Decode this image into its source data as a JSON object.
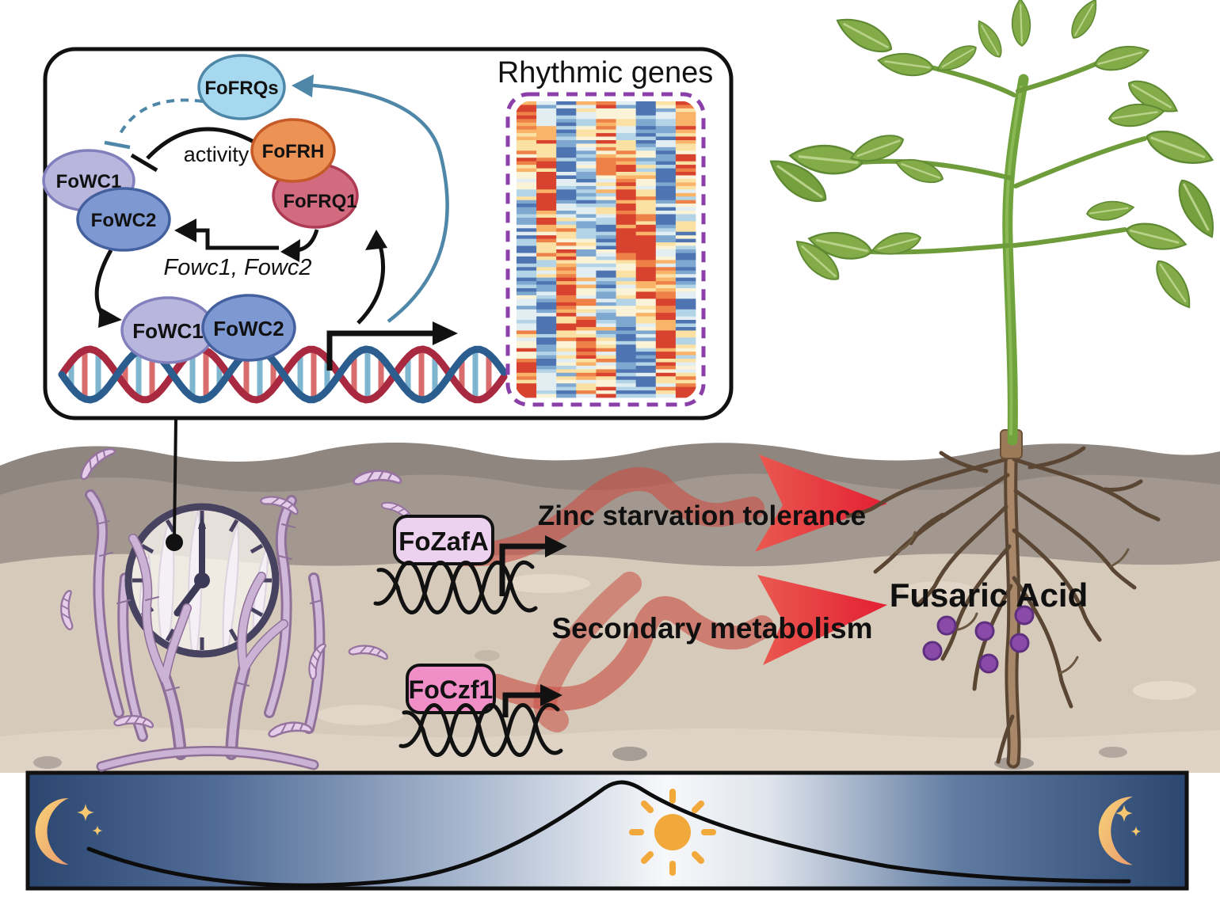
{
  "top_box": {
    "labels": {
      "fofrqs": "FoFRQs",
      "fofrh": "FoFRH",
      "fofrq1": "FoFRQ1",
      "fowc1": "FoWC1",
      "fowc2": "FoWC2",
      "activity": "activity",
      "gene_line": "Fowc1, Fowc2"
    }
  },
  "heatmap": {
    "title": "Rhythmic genes",
    "columns": 9,
    "rows": 84,
    "phases": [
      0.0,
      0.3,
      0.65,
      0.82,
      0.05,
      0.35,
      0.5,
      0.75,
      0.1
    ],
    "amps": [
      0.9,
      1.0,
      1.0,
      0.5,
      0.55,
      1.0,
      1.0,
      0.95,
      0.7
    ],
    "palette": [
      "#4f74b2",
      "#7fa8d0",
      "#b3d4e6",
      "#e3eef2",
      "#faf3d8",
      "#fce1a4",
      "#f9b46a",
      "#ee8148",
      "#d8432f"
    ],
    "border_color": "#8b3fa8"
  },
  "soil": {
    "zafa": "FoZafA",
    "czf1": "FoCzf1",
    "zinc": "Zinc starvation tolerance",
    "secondary": "Secondary metabolism",
    "fusaric": "Fusaric Acid"
  },
  "day_night_bar": {
    "icons": [
      "crescent-moon",
      "sun",
      "crescent-moon"
    ]
  },
  "colors": {
    "fofrqs_fill": "#a6d9f0",
    "fofrqs_stroke": "#4f87a8",
    "fofrh_fill": "#eb9254",
    "fofrh_stroke": "#c55a28",
    "fofrq1_fill": "#d26b80",
    "fofrq1_stroke": "#ad3a52",
    "fowc1_fill": "#b9b6de",
    "fowc1_stroke": "#8280bc",
    "fowc2_fill": "#7e98d2",
    "fowc2_stroke": "#44619f",
    "blue_arrow": "#4f87a8",
    "dna_red": "#a92a40",
    "dna_blue": "#2c5d8f",
    "ribbon_red": "#c94f43",
    "arrowhead_red": "#e5333f",
    "zafa_box_fill": "#ecd2ee",
    "czf1_box_fill": "#f08fc7",
    "soil_gray_dark": "#8f867f",
    "soil_gray": "#a29890",
    "soil_tan": "#d6cabb",
    "soil_tan_light": "#ded3c4",
    "hyphae_fill": "#cbb3d6",
    "hyphae_stroke": "#8f7099",
    "clock_ring": "#46425f",
    "root_brown": "#5a4633",
    "root_tan": "#a9886a",
    "leaf_green": "#83ac49",
    "stem_green": "#71a33c",
    "night_navy": "#2b4770",
    "moon_orange": "#f4c06e",
    "sun_orange": "#f2a93b",
    "fusaric_dot": "#8a4ba8"
  }
}
